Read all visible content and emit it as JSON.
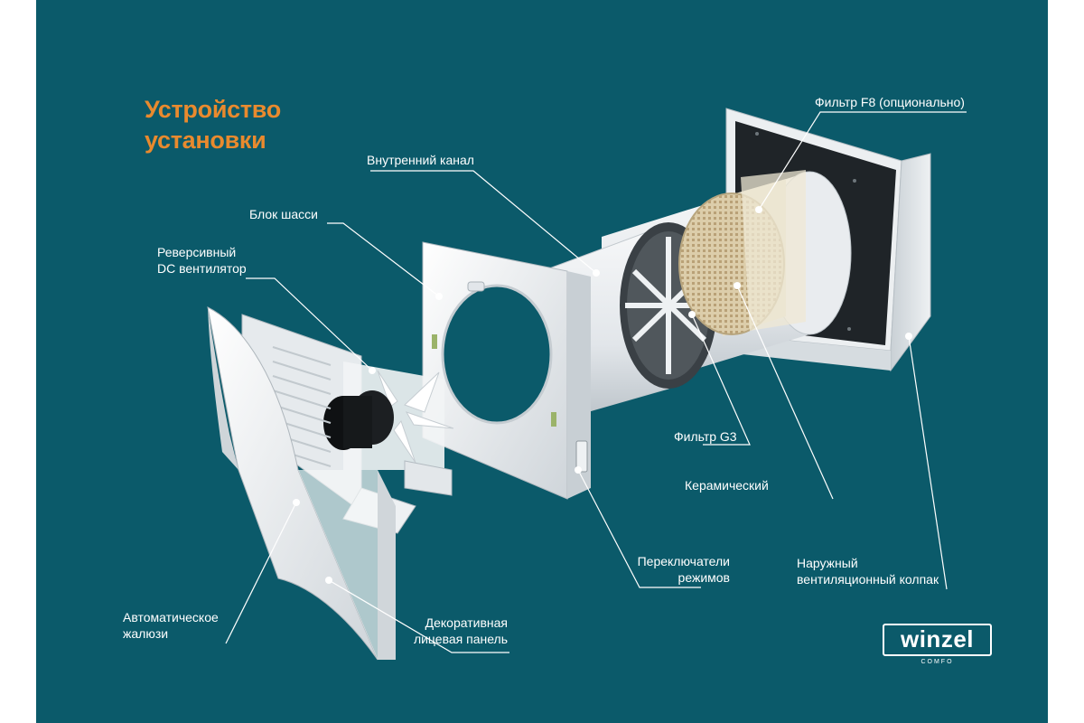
{
  "title": {
    "line1": "Устройство",
    "line2": "установки"
  },
  "labels": {
    "f8_filter": "Фильтр F8 (опционально)",
    "inner_channel": "Внутренний канал",
    "chassis_block": "Блок шасси",
    "reversible_fan": {
      "line1": "Реверсивный",
      "line2": "DC вентилятор"
    },
    "g3_filter": "Фильтр G3",
    "ceramic": "Керамический",
    "mode_switches": {
      "line1": "Переключатели",
      "line2": "режимов"
    },
    "outer_hood": {
      "line1": "Наружный",
      "line2": "вентиляционный колпак"
    },
    "auto_shutter": {
      "line1": "Автоматическое",
      "line2": "жалюзи"
    },
    "decorative_panel": {
      "line1": "Декоративная",
      "line2": "лицевая панель"
    }
  },
  "logo": {
    "word": "winzel",
    "sub": "COMFO"
  },
  "colors": {
    "background": "#0b5a6a",
    "title": "#e98a2e",
    "text": "#ffffff",
    "part_white": "#eef1f3",
    "ceramic": "#d8c9a5",
    "hood_dark": "#202428"
  }
}
